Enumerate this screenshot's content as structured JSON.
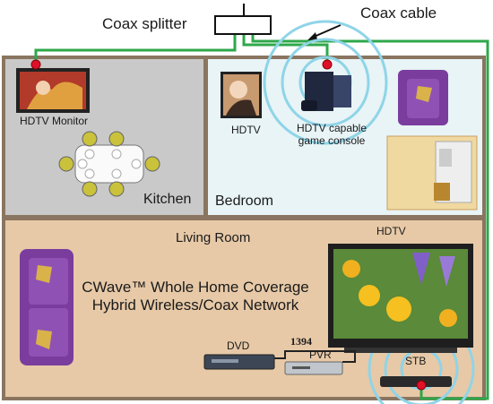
{
  "header": {
    "splitter_label": "Coax splitter",
    "cable_label": "Coax cable"
  },
  "rooms": {
    "kitchen": {
      "name": "Kitchen",
      "device": "HDTV Monitor"
    },
    "bedroom": {
      "name": "Bedroom",
      "hdtv": "HDTV",
      "console_line1": "HDTV capable",
      "console_line2": "game console"
    },
    "living": {
      "name": "Living Room",
      "hdtv": "HDTV",
      "headline_line1": "CWave™ Whole Home Coverage",
      "headline_line2": "Hybrid Wireless/Coax Network",
      "dvd": "DVD",
      "link": "1394",
      "pvr": "PVR",
      "stb": "STB"
    }
  },
  "colors": {
    "coax": "#2ea84a",
    "wall": "#8a7560",
    "kitchen_floor": "#c9c9c9",
    "bedroom_floor": "#e8f4f6",
    "living_floor": "#e7c9a7",
    "signal": "#8fd4e8",
    "node": "#e0102a",
    "sofa": "#7a3d9e"
  }
}
